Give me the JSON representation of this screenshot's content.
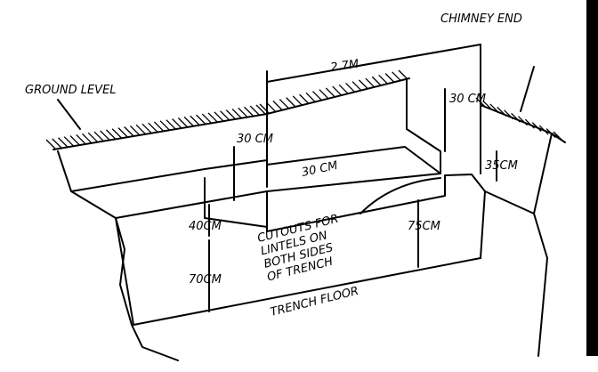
{
  "labels": {
    "chimney_end": "CHIMNEY END",
    "ground_level": "GROUND LEVEL",
    "length": "2.7M",
    "top_right_width": "30 CM",
    "top_left_width": "30 CM",
    "step_width": "30 CM",
    "right_step_height": "35CM",
    "cutout_depth": "40CM",
    "right_depth": "75CM",
    "left_depth": "70CM",
    "cutouts_note": [
      "CUTOUTS FOR",
      "LINTELS ON",
      "BOTH SIDES",
      "OF TRENCH"
    ],
    "trench_floor": "TRENCH FLOOR"
  }
}
